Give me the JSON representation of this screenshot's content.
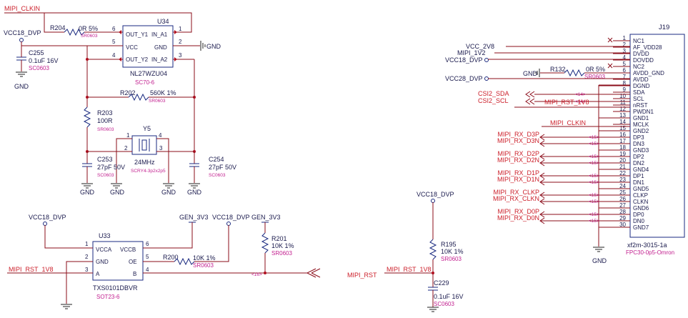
{
  "u34": {
    "ref": "U34",
    "part": "NL27WZU04",
    "pkg": "SC70-6",
    "pins_left": [
      {
        "num": "6",
        "name": "OUT_Y1"
      },
      {
        "num": "5",
        "name": "VCC"
      },
      {
        "num": "4",
        "name": "OUT_Y2"
      }
    ],
    "pins_right": [
      {
        "num": "1",
        "name": "IN_A1"
      },
      {
        "num": "2",
        "name": "GND"
      },
      {
        "num": "3",
        "name": "IN_A2"
      }
    ]
  },
  "r204": {
    "ref": "R204",
    "value": "0R 5%",
    "pkg": "SR0603"
  },
  "c255": {
    "ref": "C255",
    "value": "0.1uF 16V",
    "pkg": "SC0603"
  },
  "r202": {
    "ref": "R202",
    "value": "560K 1%",
    "pkg": "SR0603"
  },
  "r203": {
    "ref": "R203",
    "value": "100R",
    "pkg": "SR0603"
  },
  "y5": {
    "ref": "Y5",
    "value": "24MHz",
    "pkg": "SCRY4-3p2x2p5",
    "pins": [
      "1",
      "2",
      "3",
      "4"
    ]
  },
  "c253": {
    "ref": "C253",
    "value": "27pF 50V",
    "pkg": "SC0603"
  },
  "c254": {
    "ref": "C254",
    "value": "27pF 50V",
    "pkg": "SC0603"
  },
  "u33": {
    "ref": "U33",
    "part": "TXS0101DBVR",
    "pkg": "SOT23-6",
    "pins_left": [
      {
        "num": "1",
        "name": "VCCA"
      },
      {
        "num": "2",
        "name": "GND"
      },
      {
        "num": "3",
        "name": "A"
      }
    ],
    "pins_right": [
      {
        "num": "6",
        "name": "VCCB"
      },
      {
        "num": "5",
        "name": "OE"
      },
      {
        "num": "4",
        "name": "B"
      }
    ]
  },
  "r200": {
    "ref": "R200",
    "value": "10K 1%",
    "pkg": "SR0603"
  },
  "r201": {
    "ref": "R201",
    "value": "10K 1%",
    "pkg": "SR0603"
  },
  "r195": {
    "ref": "R195",
    "value": "10K 1%",
    "pkg": "SR0603"
  },
  "c229": {
    "ref": "C229",
    "value": "0.1uF 16V",
    "pkg": "SC0603"
  },
  "r132": {
    "ref": "R132",
    "value": "0R 5%",
    "pkg": "SR0603"
  },
  "j19": {
    "ref": "J19",
    "part": "xf2m-3015-1a",
    "pkg": "FPC30-0p5-Omron",
    "pins": [
      {
        "num": "1",
        "name": "NC1"
      },
      {
        "num": "2",
        "name": "AF_VDD28"
      },
      {
        "num": "3",
        "name": "DVDD"
      },
      {
        "num": "4",
        "name": "DOVDD"
      },
      {
        "num": "5",
        "name": "NC2"
      },
      {
        "num": "6",
        "name": "AVDD_GND"
      },
      {
        "num": "7",
        "name": "AVDD"
      },
      {
        "num": "8",
        "name": "DGND"
      },
      {
        "num": "9",
        "name": "SDA"
      },
      {
        "num": "10",
        "name": "SCL"
      },
      {
        "num": "11",
        "name": "nRST"
      },
      {
        "num": "12",
        "name": "PWDN1"
      },
      {
        "num": "13",
        "name": "GND1"
      },
      {
        "num": "14",
        "name": "MCLK"
      },
      {
        "num": "15",
        "name": "GND2"
      },
      {
        "num": "16",
        "name": "DP3"
      },
      {
        "num": "17",
        "name": "DN3"
      },
      {
        "num": "18",
        "name": "GND3"
      },
      {
        "num": "19",
        "name": "DP2"
      },
      {
        "num": "20",
        "name": "DN2"
      },
      {
        "num": "21",
        "name": "GND4"
      },
      {
        "num": "22",
        "name": "DP1"
      },
      {
        "num": "23",
        "name": "DN1"
      },
      {
        "num": "24",
        "name": "GND5"
      },
      {
        "num": "25",
        "name": "CLKP"
      },
      {
        "num": "26",
        "name": "CLKN"
      },
      {
        "num": "27",
        "name": "GND6"
      },
      {
        "num": "28",
        "name": "DP0"
      },
      {
        "num": "29",
        "name": "DN0"
      },
      {
        "num": "30",
        "name": "GND7"
      }
    ]
  },
  "nets": {
    "mipi_clkin": "MIPI_CLKIN",
    "vcc18_dvp": "VCC18_DVP",
    "gnd": "GND",
    "gnd_pin": "GND",
    "gen_3v3": "GEN_3V3",
    "mipi_rst_1v8": "MIPI_RST_1V8",
    "mipi_rst": "MIPI_RST",
    "vcc_2v8": "VCC_2V8",
    "mipi_1v2": "MIPI_1V2",
    "vcc28_dvp": "VCC28_DVP",
    "csi2_sda": "CSI2_SDA",
    "csi2_scl": "CSI2_SCL"
  },
  "offpage": {
    "p14": "<14>",
    "p15": "<15>",
    "p16": "<16>"
  },
  "mipi_rx": [
    {
      "label": "MIPI_RX_D3P",
      "pin": 16
    },
    {
      "label": "MIPI_RX_D3N",
      "pin": 17
    },
    {
      "label": "MIPI_RX_D2P",
      "pin": 19
    },
    {
      "label": "MIPI_RX_D2N",
      "pin": 20
    },
    {
      "label": "MIPI_RX_D1P",
      "pin": 22
    },
    {
      "label": "MIPI_RX_D1N",
      "pin": 23
    },
    {
      "label": "MIPI_RX_CLKP",
      "pin": 25
    },
    {
      "label": "MIPI_RX_CLKN",
      "pin": 26
    },
    {
      "label": "MIPI_RX_D0P",
      "pin": 28
    },
    {
      "label": "MIPI_RX_D0N",
      "pin": 29
    }
  ]
}
